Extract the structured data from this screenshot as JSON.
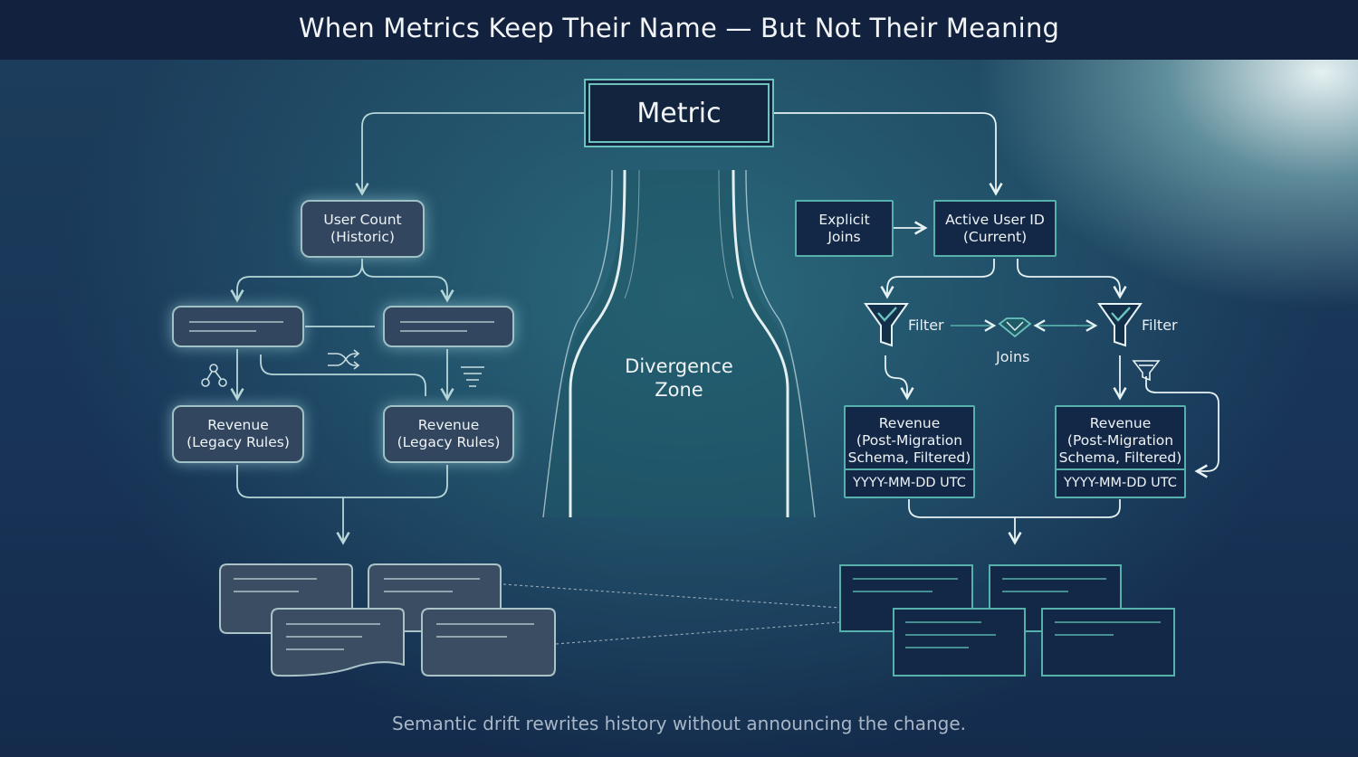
{
  "title": "When Metrics Keep Their Name — But Not Their Meaning",
  "metric": "Metric",
  "left": {
    "user_count": {
      "line1": "User Count",
      "line2": "(Historic)"
    },
    "revenue_a": {
      "line1": "Revenue",
      "line2": "(Legacy Rules)"
    },
    "revenue_b": {
      "line1": "Revenue",
      "line2": "(Legacy Rules)"
    }
  },
  "center": {
    "line1": "Divergence",
    "line2": "Zone"
  },
  "right": {
    "explicit_joins": {
      "line1": "Explicit",
      "line2": "Joins"
    },
    "active_user": {
      "line1": "Active User ID",
      "line2": "(Current)"
    },
    "filter_left": "Filter",
    "filter_right": "Filter",
    "joins": "Joins",
    "revenue_a": {
      "line1": "Revenue",
      "line2": "(Post-Migration",
      "line3": "Schema, Filtered)",
      "date": "YYYY-MM-DD UTC"
    },
    "revenue_b": {
      "line1": "Revenue",
      "line2": "(Post-Migration",
      "line3": "Schema, Filtered)",
      "date": "YYYY-MM-DD UTC"
    }
  },
  "caption": "Semantic drift rewrites history without announcing the change.",
  "colors": {
    "background": "#16294a",
    "title_bar": "#12213d",
    "teal_line": "#6cc2bd",
    "soft_line": "#9fc0c4",
    "legacy_box": "#33465f",
    "current_box": "#132847"
  },
  "icons": [
    "shuffle-icon",
    "branch-icon",
    "sort-lines-icon",
    "funnel-check-icon",
    "funnel-outline-icon",
    "diamond-join-icon"
  ]
}
